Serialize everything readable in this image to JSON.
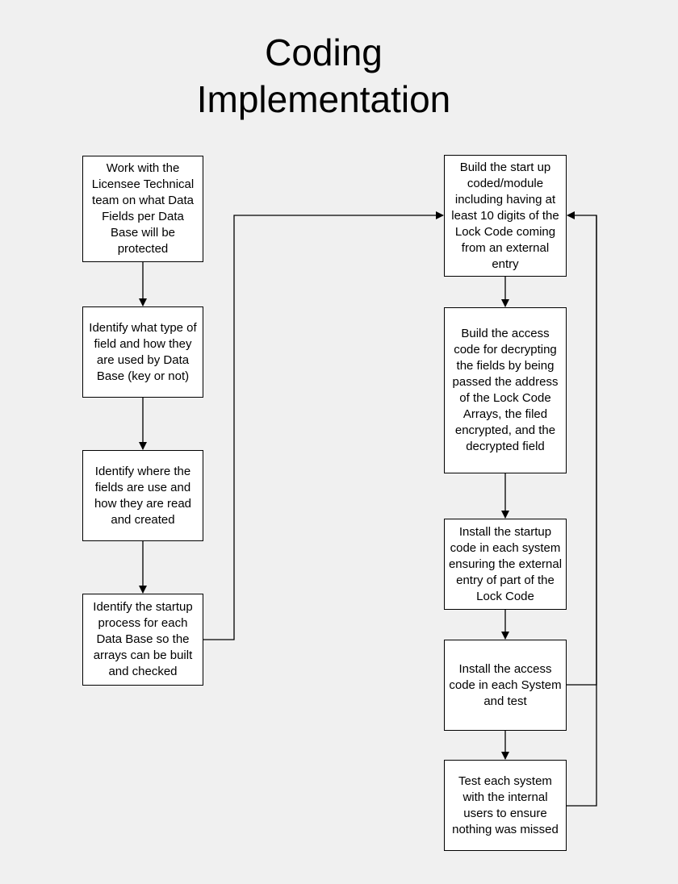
{
  "title": {
    "line1": "Coding",
    "line2": "Implementation"
  },
  "left_column": [
    {
      "text": "Work with the Licensee Technical team on what Data Fields per Data Base will be protected"
    },
    {
      "text": "Identify what type of field and how they are used by Data Base (key or not)"
    },
    {
      "text": "Identify where the fields are use and how they are read and created"
    },
    {
      "text": "Identify the startup process for each Data Base  so the arrays can be built and checked"
    }
  ],
  "right_column": [
    {
      "text": "Build the start up coded/module including having at least 10 digits of the Lock Code coming from an external entry"
    },
    {
      "text": "Build the access code for decrypting the fields by being passed the address of the Lock Code Arrays, the filed encrypted, and the decrypted field"
    },
    {
      "text": "Install the startup code in each system ensuring the external entry of part of the Lock Code"
    },
    {
      "text": "Install the access code in each System and test"
    },
    {
      "text": "Test each system with the internal users to ensure nothing was missed"
    }
  ]
}
